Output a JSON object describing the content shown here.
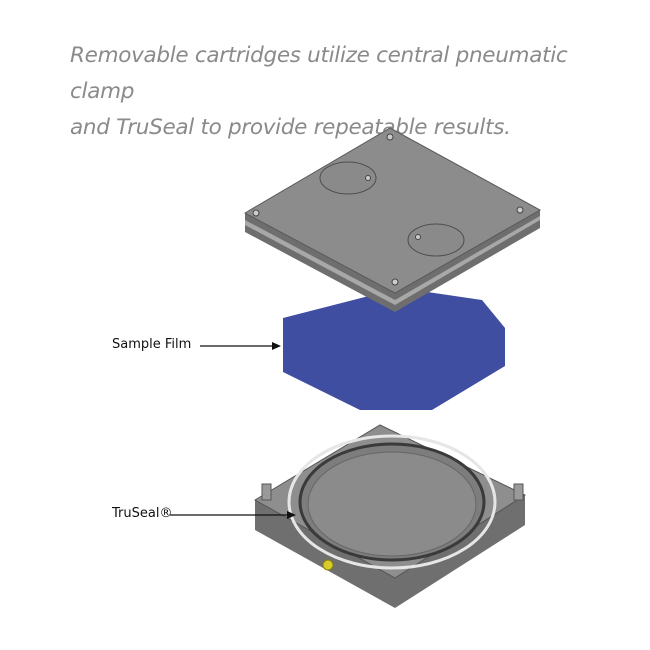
{
  "caption": {
    "line1": "Removable cartridges utilize central pneumatic clamp",
    "line2": "and TruSeal to provide repeatable results."
  },
  "labels": {
    "sample_film": "Sample Film",
    "truseal": "TruSeal®"
  },
  "colors": {
    "film": "#3f4ea0",
    "plate": "#8c8c8c",
    "fitting": "#d8cc2a"
  }
}
